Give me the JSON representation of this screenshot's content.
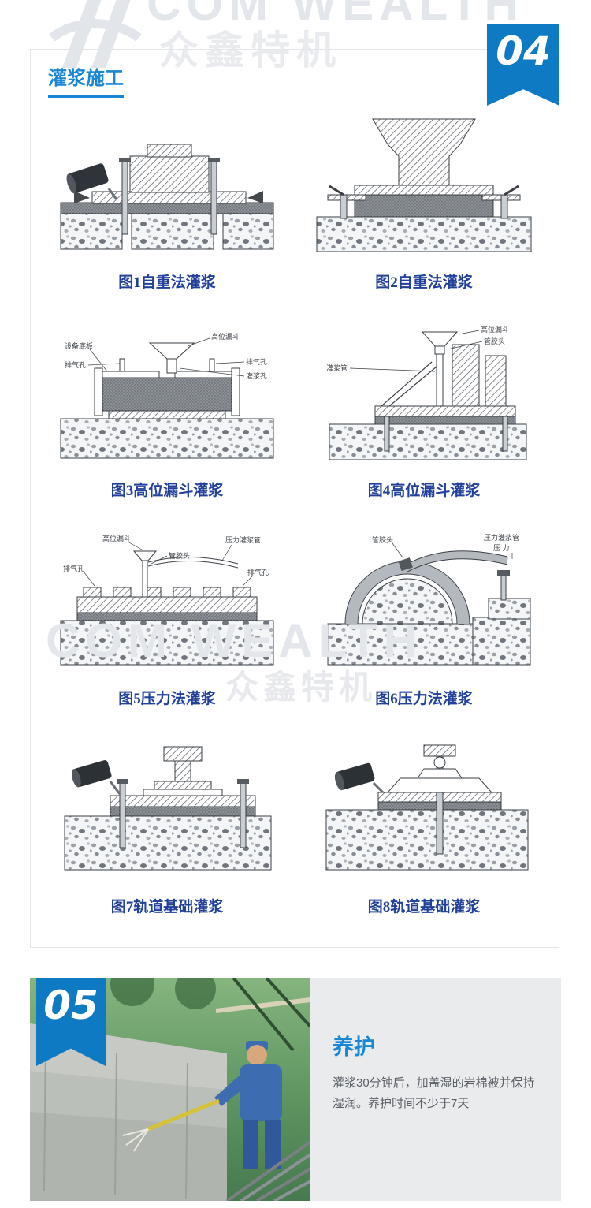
{
  "watermark": {
    "brand": "COM WEALTH",
    "brand_cn": "众鑫特机"
  },
  "grouting_section": {
    "badge": "04",
    "title": "灌浆施工",
    "figures": [
      {
        "caption": "图1自重法灌浆",
        "labels": []
      },
      {
        "caption": "图2自重法灌浆",
        "labels": []
      },
      {
        "caption": "图3高位漏斗灌浆",
        "labels": [
          "高位漏斗",
          "设备底板",
          "排气孔",
          "排气孔",
          "灌浆孔"
        ]
      },
      {
        "caption": "图4高位漏斗灌浆",
        "labels": [
          "高位漏斗",
          "管胶头",
          "灌浆管"
        ]
      },
      {
        "caption": "图5压力法灌浆",
        "labels": [
          "高位漏斗",
          "压力灌浆管",
          "管胶头",
          "排气孔",
          "排气孔"
        ]
      },
      {
        "caption": "图6压力法灌浆",
        "labels": [
          "管胶头",
          "压力灌浆管",
          "压 力"
        ]
      },
      {
        "caption": "图7轨道基础灌浆",
        "labels": []
      },
      {
        "caption": "图8轨道基础灌浆",
        "labels": []
      }
    ]
  },
  "curing_section": {
    "badge": "05",
    "title": "养护",
    "body": "灌浆30分钟后，加盖湿的岩棉被并保持湿润。养护时间不少于7天"
  },
  "colors": {
    "accent_blue": "#1a86d6",
    "badge_blue": "#0f7ac4",
    "caption_navy": "#21409a",
    "panel_gray": "#e9ebed",
    "watermark_gray": "#e3e6ea"
  }
}
